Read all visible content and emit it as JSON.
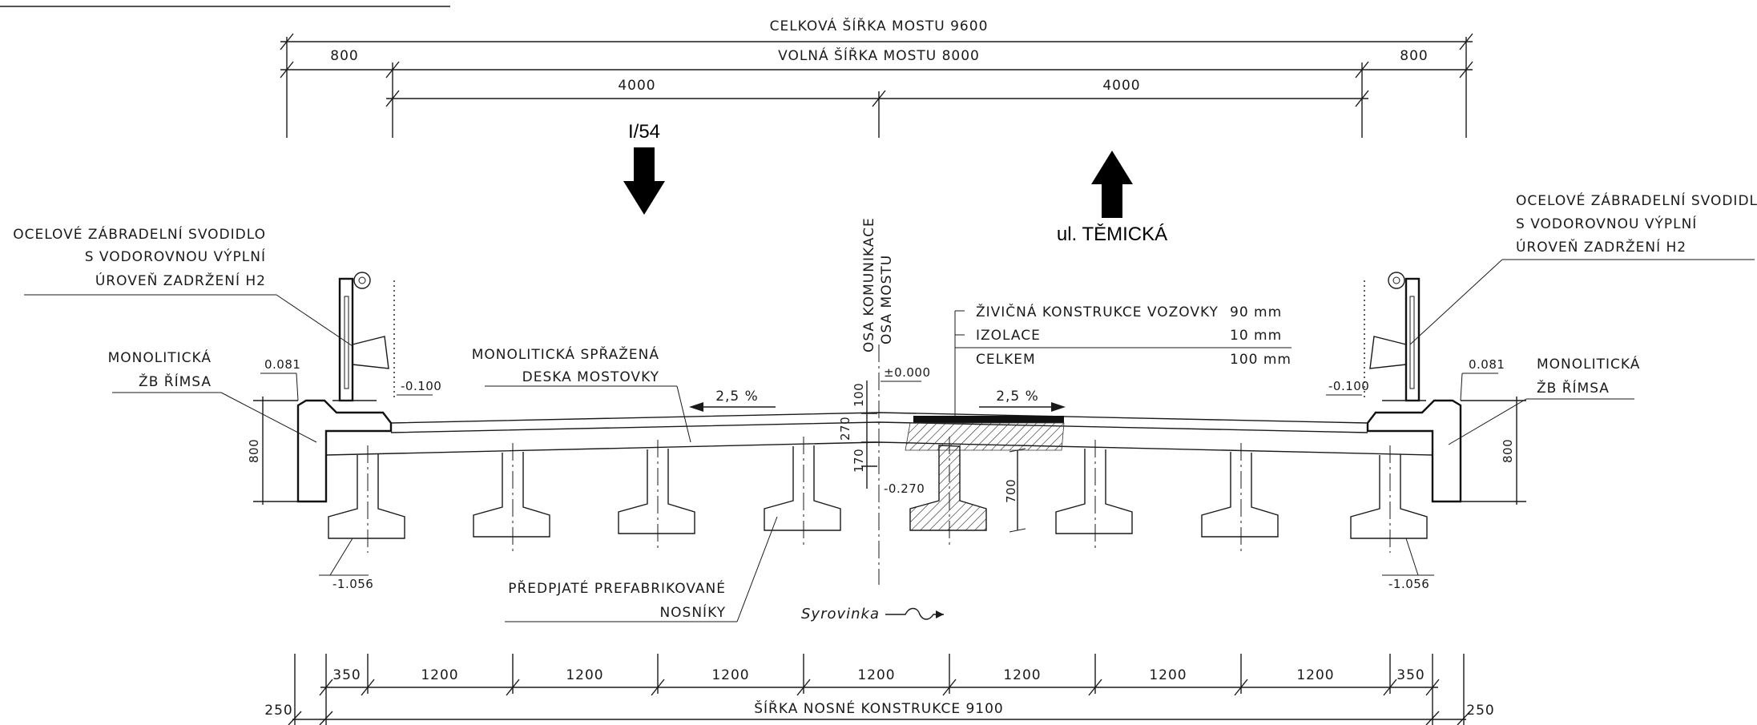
{
  "dimensions": {
    "total_width": "CELKOVÁ ŠÍŘKA MOSTU 9600",
    "free_width": "VOLNÁ ŠÍŘKA MOSTU 8000",
    "left_cornice": "800",
    "right_cornice": "800",
    "left_lane": "4000",
    "right_lane": "4000",
    "structure_width": "ŠÍŘKA NOSNÉ KONSTRUKCE 9100",
    "edge_left": "250",
    "edge_right": "250",
    "bottom_spans": [
      "350",
      "1200",
      "1200",
      "1200",
      "1200",
      "1200",
      "1200",
      "1200",
      "350"
    ],
    "left_height": "800",
    "right_height": "800",
    "slab_thickness": "100",
    "beam_top": "270",
    "beam_mid": "170",
    "beam_height": "700"
  },
  "levels": {
    "left_top": "0.081",
    "right_top": "0.081",
    "left_deck": "-0.100",
    "right_deck": "-0.100",
    "axis_zero": "±0.000",
    "axis_bottom": "-0.270",
    "left_bottom": "-1.056",
    "right_bottom": "-1.056"
  },
  "slopes": {
    "left": "2,5 %",
    "right": "2,5 %"
  },
  "directions": {
    "left_road": "I/54",
    "right_road": "ul. TĚMICKÁ"
  },
  "labels": {
    "railing_left": [
      "OCELOVÉ ZÁBRADELNÍ SVODIDLO",
      "S VODOROVNOU VÝPLNÍ",
      "ÚROVEŇ ZADRŽENÍ H2"
    ],
    "railing_right": [
      "OCELOVÉ ZÁBRADELNÍ SVODIDLO",
      "S VODOROVNOU VÝPLNÍ",
      "ÚROVEŇ ZADRŽENÍ H2"
    ],
    "cornice_left": [
      "MONOLITICKÁ",
      "ŽB ŘÍMSA"
    ],
    "cornice_right": [
      "MONOLITICKÁ",
      "ŽB ŘÍMSA"
    ],
    "deck_slab": [
      "MONOLITICKÁ SPŘAŽENÁ",
      "DESKA MOSTOVKY"
    ],
    "beams": [
      "PŘEDPJATÉ PREFABRIKOVANÉ",
      "NOSNÍKY"
    ],
    "road_axis": "OSA KOMUNIKACE",
    "bridge_axis": "OSA MOSTU",
    "river": "Syrovinka"
  },
  "layers": [
    {
      "name": "ŽIVIČNÁ KONSTRUKCE VOZOVKY",
      "value": "90 mm"
    },
    {
      "name": "IZOLACE",
      "value": "10 mm"
    },
    {
      "name": "CELKEM",
      "value": "100 mm"
    }
  ]
}
